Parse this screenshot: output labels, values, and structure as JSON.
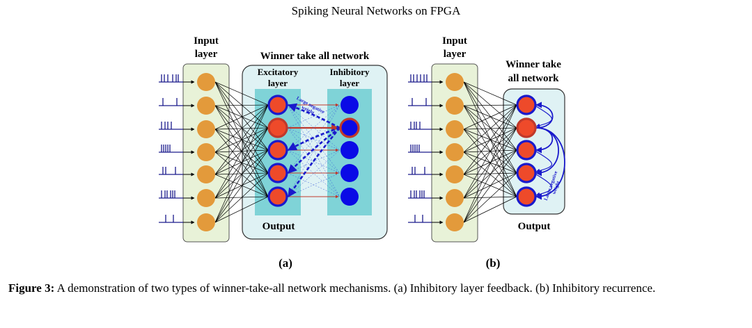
{
  "page_header": "Spiking Neural Networks on FPGA",
  "panel_a": {
    "input_title_1": "Input",
    "input_title_2": "layer",
    "wta_title": "Winner take all network",
    "excitatory_1": "Excitatory",
    "excitatory_2": "layer",
    "inhibitory_1": "Inhibitory",
    "inhibitory_2": "layer",
    "weight_label_1": "Large negative",
    "weight_label_2": "weight",
    "output_label": "Output",
    "sublabel": "(a)"
  },
  "panel_b": {
    "input_title_1": "Input",
    "input_title_2": "layer",
    "wta_title_1": "Winner take",
    "wta_title_2": "all network",
    "weight_label_1": "Large negative",
    "weight_label_2": "weight",
    "output_label": "Output",
    "sublabel": "(b)"
  },
  "caption": {
    "label": "Figure 3:",
    "text": " A demonstration of two types of winner-take-all network mechanisms.  (a) Inhibitory layer feedback.  (b) Inhibitory recurrence."
  },
  "colors": {
    "input_neuron": "#e39a3b",
    "input_box": "#e8f2d8",
    "wta_box": "#dff2f4",
    "exc_column": "#7fd3d7",
    "exc_neuron": "#ee4a2a",
    "neuron_ring": "#1a1acc",
    "winner_ring": "#c0392b",
    "inh_neuron": "#0a0ae6",
    "spike": "#1a1a8c"
  }
}
